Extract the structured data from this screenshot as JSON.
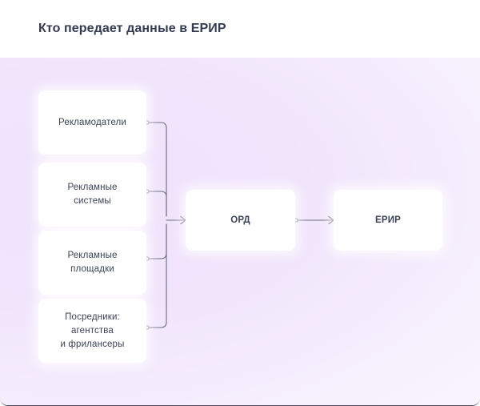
{
  "header": {
    "title": "Кто передает данные в ЕРИР"
  },
  "colors": {
    "canvas_background": "#f1e5fc",
    "card_background": "#ffffff",
    "node_background": "#ffffff",
    "title_text": "#333b52",
    "node_text": "#3b4257",
    "connector_line": "#6b6b80"
  },
  "diagram": {
    "sources": [
      {
        "id": "advertisers",
        "label": "Рекламодатели"
      },
      {
        "id": "adsystems",
        "label": "Рекламные\nсистемы"
      },
      {
        "id": "adplatforms",
        "label": "Рекламные\nплощадки"
      },
      {
        "id": "intermediaries",
        "label": "Посредники:\nагентства\nи фрилансеры"
      }
    ],
    "hub": {
      "id": "ord",
      "label": "ОРД"
    },
    "target": {
      "id": "erir",
      "label": "ЕРИР"
    },
    "edges": [
      {
        "from": "advertisers",
        "to": "ord"
      },
      {
        "from": "adsystems",
        "to": "ord"
      },
      {
        "from": "adplatforms",
        "to": "ord"
      },
      {
        "from": "intermediaries",
        "to": "ord"
      },
      {
        "from": "ord",
        "to": "erir"
      }
    ]
  }
}
